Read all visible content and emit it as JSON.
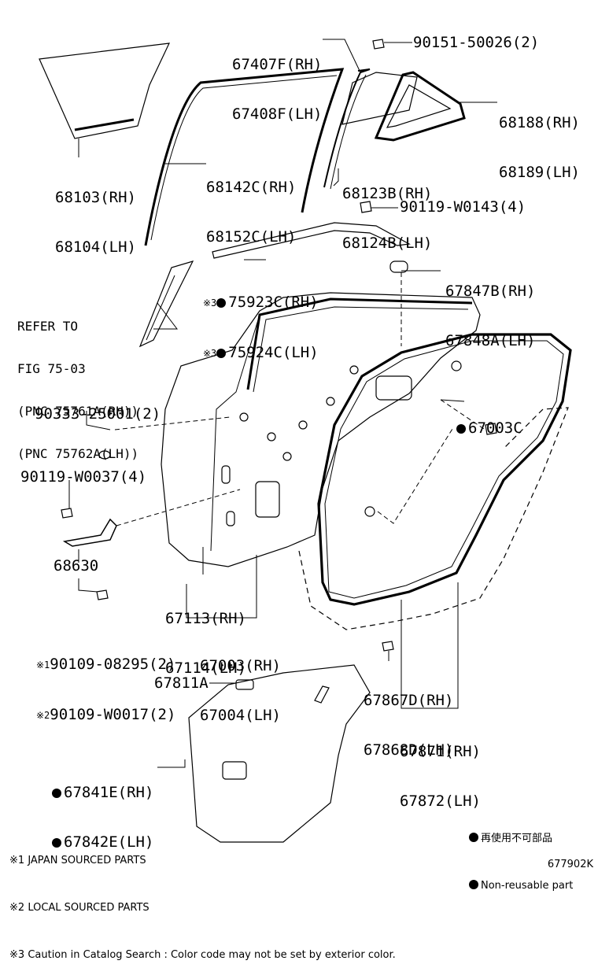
{
  "labels": {
    "l_67407F": "67407F(RH)",
    "l_67408F": "67408F(LH)",
    "l_90151": "90151-50026(2)",
    "l_68188": "68188(RH)",
    "l_68189": "68189(LH)",
    "l_68103": "68103(RH)",
    "l_68104": "68104(LH)",
    "l_68142C": "68142C(RH)",
    "l_68152C": "68152C(LH)",
    "l_68123B": "68123B(RH)",
    "l_68124B": "68124B(LH)",
    "l_90119_W0143": "90119-W0143(4)",
    "l_75923C": "75923C(RH)",
    "l_75924C": "75924C(LH)",
    "l_67847B": "67847B(RH)",
    "l_67848A": "67848A(LH)",
    "l_ref1": "REFER TO",
    "l_ref2": "FIG 75-03",
    "l_ref3": "(PNC 75761A(RH))",
    "l_ref4": "(PNC 75762A(LH))",
    "l_67003C": "67003C",
    "l_90333": "90333-25001(2)",
    "l_90119_W0037": "90119-W0037(4)",
    "l_68630": "68630",
    "l_67113": "67113(RH)",
    "l_67114": "67114(LH)",
    "l_67003": "67003(RH)",
    "l_67004": "67004(LH)",
    "l_90109_08295": "90109-08295(2)",
    "l_90109_W0017": "90109-W0017(2)",
    "l_67867D": "67867D(RH)",
    "l_67868D": "67868D(LH)",
    "l_67811A": "67811A",
    "l_67871": "67871(RH)",
    "l_67872": "67872(LH)",
    "l_67841E": "67841E(RH)",
    "l_67842E": "67842E(LH)"
  },
  "marks": {
    "note1": "※1",
    "note2": "※2",
    "note3": "※3"
  },
  "legend": {
    "reuse_jp": "再使用不可部品",
    "reuse_en": "Non-reusable part"
  },
  "footnotes": {
    "n1": "JAPAN SOURCED PARTS",
    "n2": "LOCAL SOURCED PARTS",
    "n3": "Caution in Catalog Search : Color code may not be set by exterior color."
  },
  "diagram_id": "677902K"
}
